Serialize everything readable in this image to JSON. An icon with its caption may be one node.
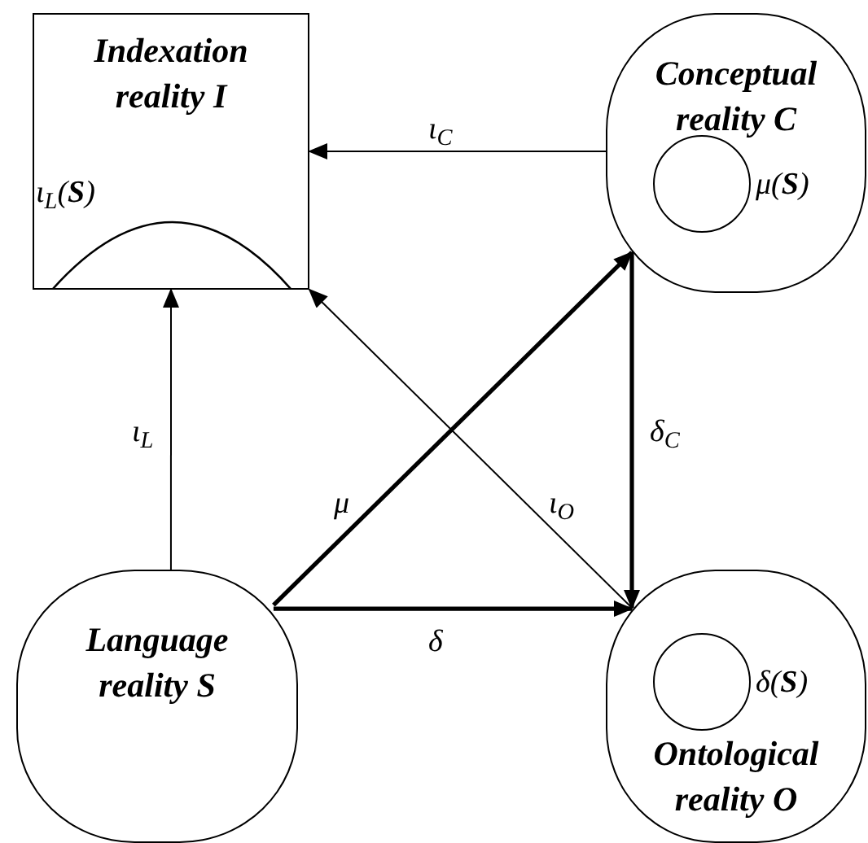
{
  "diagram": {
    "nodes": [
      {
        "text": [
          "Indexation reality I"
        ]
      },
      {
        "text": [],
        "shape": "curve",
        "in": 0,
        "beside": [
          "ι$_{L}$(**S**)"
        ]
      },
      {
        "text": [
          "Conceptual reality C"
        ]
      },
      {
        "text": [],
        "shape": "circle",
        "in": 2,
        "beside": [
          "μ(**S**)"
        ]
      },
      {
        "text": [
          "Language reality S"
        ]
      },
      {
        "text": [
          "Ontological reality O"
        ]
      },
      {
        "text": [],
        "shape": "circle",
        "in": 5,
        "beside": [
          "δ(**S**)"
        ]
      }
    ],
    "edges": [
      {
        "from": 2,
        "to": 0,
        "arrow": "to",
        "label": "ι$_{C}$"
      },
      {
        "from": 4,
        "to": 0,
        "arrow": "to",
        "label": "ι$_{L}$"
      },
      {
        "from": 4,
        "to": 2,
        "arrow": "to",
        "label": "μ",
        "style": "thick"
      },
      {
        "from": 5,
        "to": 0,
        "arrow": "to",
        "label": "ι$_{O}$"
      },
      {
        "from": 2,
        "to": 5,
        "arrow": "to",
        "label": "δ$_{C}$",
        "style": "thick"
      },
      {
        "from": 4,
        "to": 5,
        "arrow": "to",
        "label": "δ",
        "style": "thick"
      }
    ]
  }
}
